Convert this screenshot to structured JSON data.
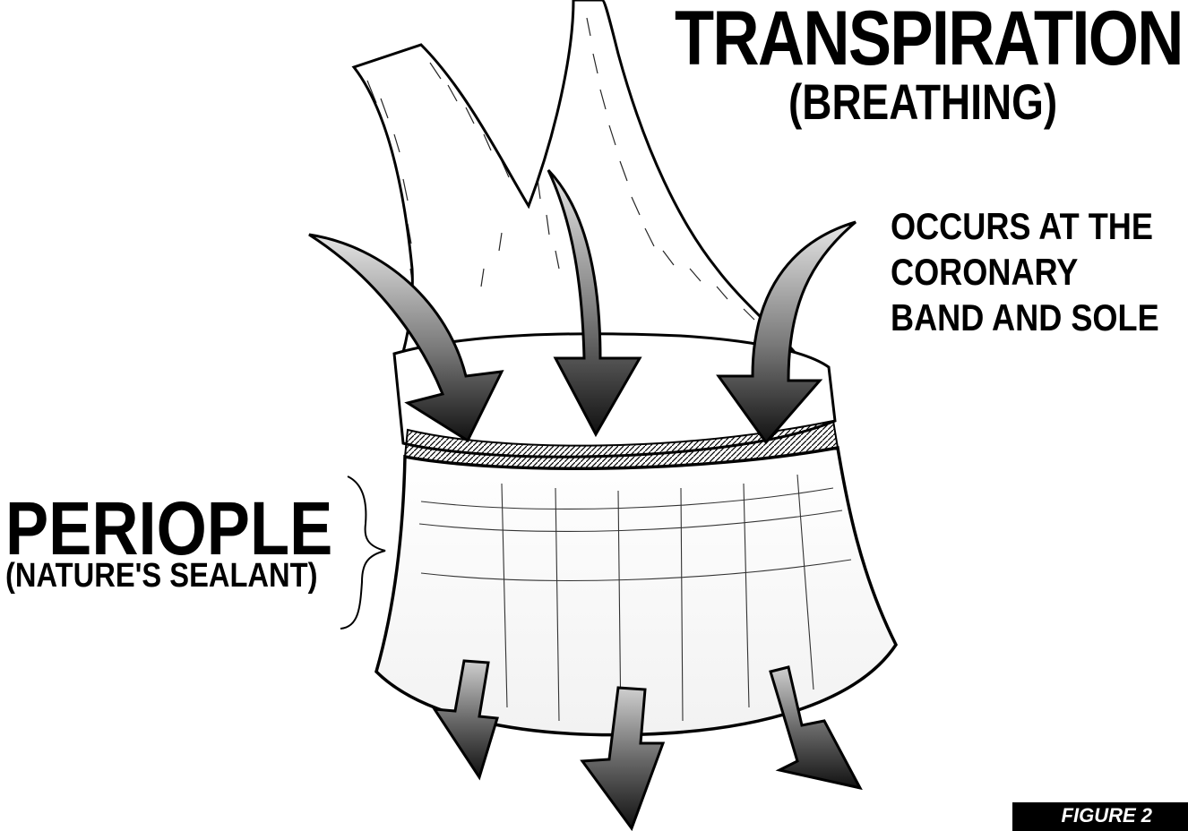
{
  "title": "TRANSPIRATION",
  "subtitle": "(BREATHING)",
  "occurs_lines": [
    "OCCURS AT THE",
    "CORONARY",
    "BAND AND SOLE"
  ],
  "periople": {
    "label": "PERIOPLE",
    "sublabel": "(NATURE'S SEALANT)"
  },
  "figure_label": "FIGURE 2",
  "colors": {
    "ink": "#000000",
    "paper": "#ffffff",
    "arrow_light": "#d9d9d9",
    "arrow_dark": "#1a1a1a"
  }
}
